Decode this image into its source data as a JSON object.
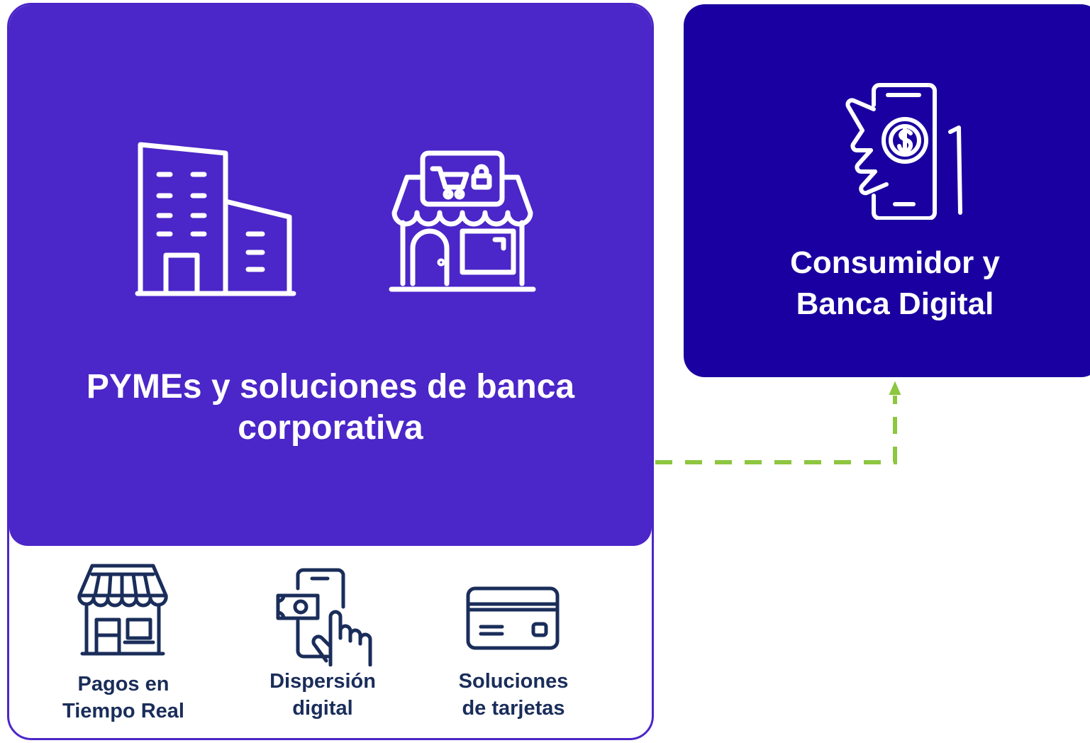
{
  "segments": {
    "corporate": {
      "title_line1": "PYMEs y soluciones de banca",
      "title_line2": "corporativa",
      "icons": [
        "office-building-icon",
        "online-store-icon"
      ],
      "color": "#4b26c8"
    },
    "consumer": {
      "title_line1": "Consumidor y",
      "title_line2": "Banca Digital",
      "icon": "hand-holding-phone-dollar-icon",
      "color": "#1a00a0"
    }
  },
  "features": [
    {
      "line1": "Pagos en",
      "line2": "Tiempo Real",
      "icon": "storefront-icon"
    },
    {
      "line1": "Dispersión",
      "line2": "digital",
      "icon": "phone-tap-cash-icon"
    },
    {
      "line1": "Soluciones",
      "line2": "de tarjetas",
      "icon": "credit-card-icon"
    }
  ],
  "connector": {
    "style": "dashed-arrow",
    "color": "#8dc63f"
  },
  "colors": {
    "feature_text": "#1a2d5a",
    "icon_dark": "#1a2d5a"
  }
}
